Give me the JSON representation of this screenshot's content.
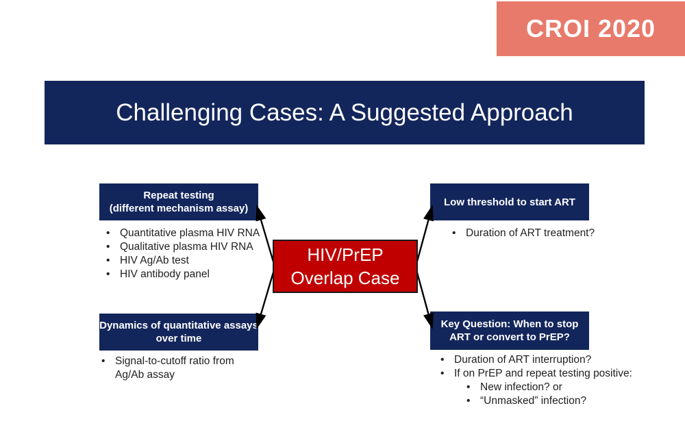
{
  "badge": {
    "label": "CROI 2020"
  },
  "title": {
    "text": "Challenging Cases: A Suggested Approach"
  },
  "center": {
    "line1": "HIV/PrEP",
    "line2": "Overlap Case"
  },
  "nodes": {
    "top_left": {
      "line1": "Repeat testing",
      "line2": "(different mechanism assay)"
    },
    "top_right": {
      "line1": "Low threshold to start ART"
    },
    "bottom_left": {
      "line1": "Dynamics of quantitative assays",
      "line2": "over time"
    },
    "bottom_right": {
      "line1": "Key Question: When to stop",
      "line2": "ART or convert to PrEP?"
    }
  },
  "bullets": {
    "top_left": [
      "Quantitative plasma HIV RNA",
      "Qualitative plasma HIV RNA",
      "HIV Ag/Ab test",
      "HIV antibody panel"
    ],
    "top_right": [
      "Duration of ART treatment?"
    ],
    "bottom_left": [
      "Signal-to-cutoff ratio from Ag/Ab assay"
    ],
    "bottom_right": [
      {
        "text": "Duration of ART interruption?",
        "level": 1
      },
      {
        "text": "If on PrEP and repeat testing positive:",
        "level": 1
      },
      {
        "text": "New infection? or",
        "level": 2
      },
      {
        "text": "“Unmasked” infection?",
        "level": 2
      }
    ]
  },
  "colors": {
    "navy": "#13265C",
    "red": "#C00000",
    "coral": "#E87A6B",
    "arrow": "#000000"
  }
}
